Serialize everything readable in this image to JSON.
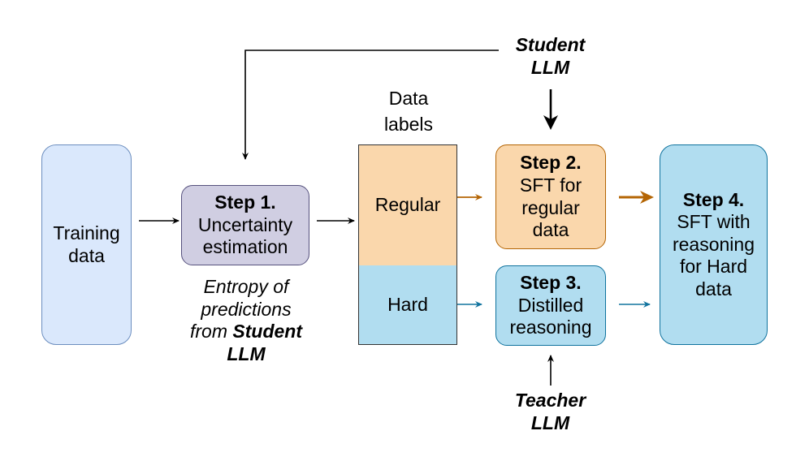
{
  "training": {
    "line1": "Training",
    "line2": "data"
  },
  "step1": {
    "title": "Step 1.",
    "line1": "Uncertainty",
    "line2": "estimation"
  },
  "entropy_note": {
    "line1": "Entropy of",
    "line2": "predictions",
    "line3_prefix": "from ",
    "line3_bold": "Student",
    "line4": "LLM"
  },
  "data_labels": {
    "line1": "Data",
    "line2": "labels",
    "regular": "Regular",
    "hard": "Hard"
  },
  "student": {
    "line1": "Student",
    "line2": "LLM"
  },
  "teacher": {
    "line1": "Teacher",
    "line2": "LLM"
  },
  "step2": {
    "title": "Step 2.",
    "line1": "SFT for",
    "line2": "regular",
    "line3": "data"
  },
  "step3": {
    "title": "Step 3.",
    "line1": "Distilled",
    "line2": "reasoning"
  },
  "step4": {
    "title": "Step 4.",
    "line1": "SFT with",
    "line2": "reasoning",
    "line3": "for Hard",
    "line4": "data"
  },
  "colors": {
    "training_fill": "#dae8fc",
    "training_stroke": "#6c8ebf",
    "step1_fill": "#d0cee2",
    "step1_stroke": "#56517e",
    "regular_fill": "#fad7ac",
    "hard_fill": "#b1ddf0",
    "step2_fill": "#fad7ac",
    "step2_stroke": "#b46504",
    "step3_fill": "#b1ddf0",
    "step3_stroke": "#10739e",
    "step4_fill": "#b1ddf0",
    "step4_stroke": "#10739e",
    "orange_arrow": "#b46504",
    "blue_arrow": "#10739e"
  }
}
